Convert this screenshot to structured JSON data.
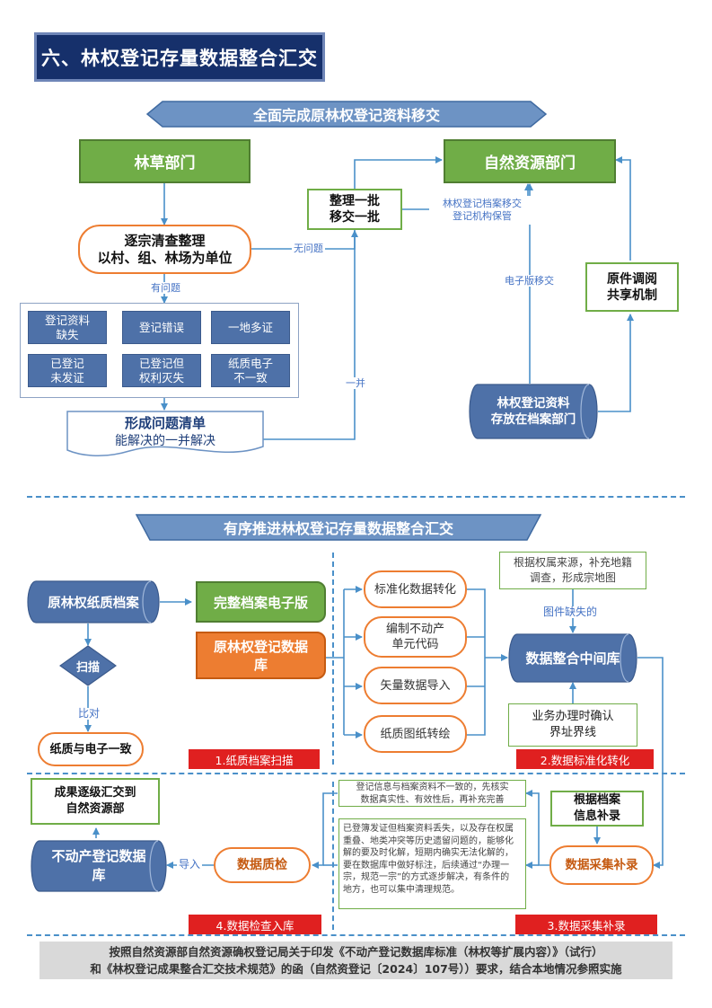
{
  "title": "六、林权登记存量数据整合汇交",
  "section1": {
    "banner": "全面完成原林权登记资料移交",
    "linchao": "林草部门",
    "ziran": "自然资源部门",
    "zhengli": [
      "整理一批",
      "移交一批"
    ],
    "zhuzong": [
      "逐宗清查整理",
      "以村、组、林场为单位"
    ],
    "wuwenti": "无问题",
    "youwenti": "有问题",
    "issues": [
      [
        "登记资料",
        "缺失"
      ],
      [
        "登记错误"
      ],
      [
        "一地多证"
      ],
      [
        "已登记",
        "未发证"
      ],
      [
        "已登记但",
        "权利灭失"
      ],
      [
        "纸质电子",
        "不一致"
      ]
    ],
    "qingdan_title": "形成问题清单",
    "qingdan_sub": "能解决的一并解决",
    "yibing": "一并",
    "yijiao_note": [
      "林权登记档案移交",
      "登记机构保管"
    ],
    "dianzi": "电子版移交",
    "yuanjian": [
      "原件调阅",
      "共享机制"
    ],
    "cunfang": [
      "林权登记资料",
      "存放在档案部门"
    ]
  },
  "section2": {
    "banner": "有序推进林权登记存量数据整合汇交",
    "paper": "原林权纸质档案",
    "saomiao": "扫描",
    "bidui": "比对",
    "yizhi": "纸质与电子一致",
    "wanzheng": "完整档案电子版",
    "yuandb": [
      "原林权登记数据",
      "库"
    ],
    "steps": [
      "标准化数据转化",
      [
        "编制不动产",
        "单元代码"
      ],
      "矢量数据导入",
      "纸质图纸转绘"
    ],
    "note_top": [
      "根据权属来源，补充地籍",
      "调查，形成宗地图"
    ],
    "tuxing": "图件缺失的",
    "middle_db": "数据整合中间库",
    "yewu": [
      "业务办理时确认",
      "界址界线"
    ],
    "label1": "1.纸质档案扫描",
    "label2": "2.数据标准化转化",
    "note_mid1": [
      "登记信息与档案资料不一致的，先核实",
      "数据真实性、有效性后，再补充完善"
    ],
    "note_mid2": [
      "已登簿发证但档案资料丢失，以及存在权属",
      "重叠、地类冲突等历史遗留问题的，能够化",
      "解的要及时化解，短期内确实无法化解的，",
      "要在数据库中做好标注，后续通过“办理一",
      "宗，规范一宗”的方式逐步解决，有条件的",
      "地方，也可以集中清理规范。"
    ],
    "genju": [
      "根据档案",
      "信息补录"
    ],
    "caiji": "数据采集补录",
    "zhijian": "数据质检",
    "daoru": "导入",
    "budongchan": [
      "不动产登记数据",
      "库"
    ],
    "chengguo": [
      "成果逐级汇交到",
      "自然资源部"
    ],
    "label3": "3.数据采集补录",
    "label4": "4.数据检查入库"
  },
  "footer": [
    "按照自然资源部自然资源确权登记局关于印发《不动产登记数据库标准（林权等扩展内容）》（试行）",
    "和《林权登记成果整合汇交技术规范》的函（自然资登记〔2024〕107号））要求，结合本地情况参照实施"
  ],
  "colors": {
    "navy": "#16306b",
    "green": "#70ad47",
    "orange": "#ed7d31",
    "blue": "#4e71a8",
    "line": "#4a90c9",
    "red": "#e02020"
  }
}
